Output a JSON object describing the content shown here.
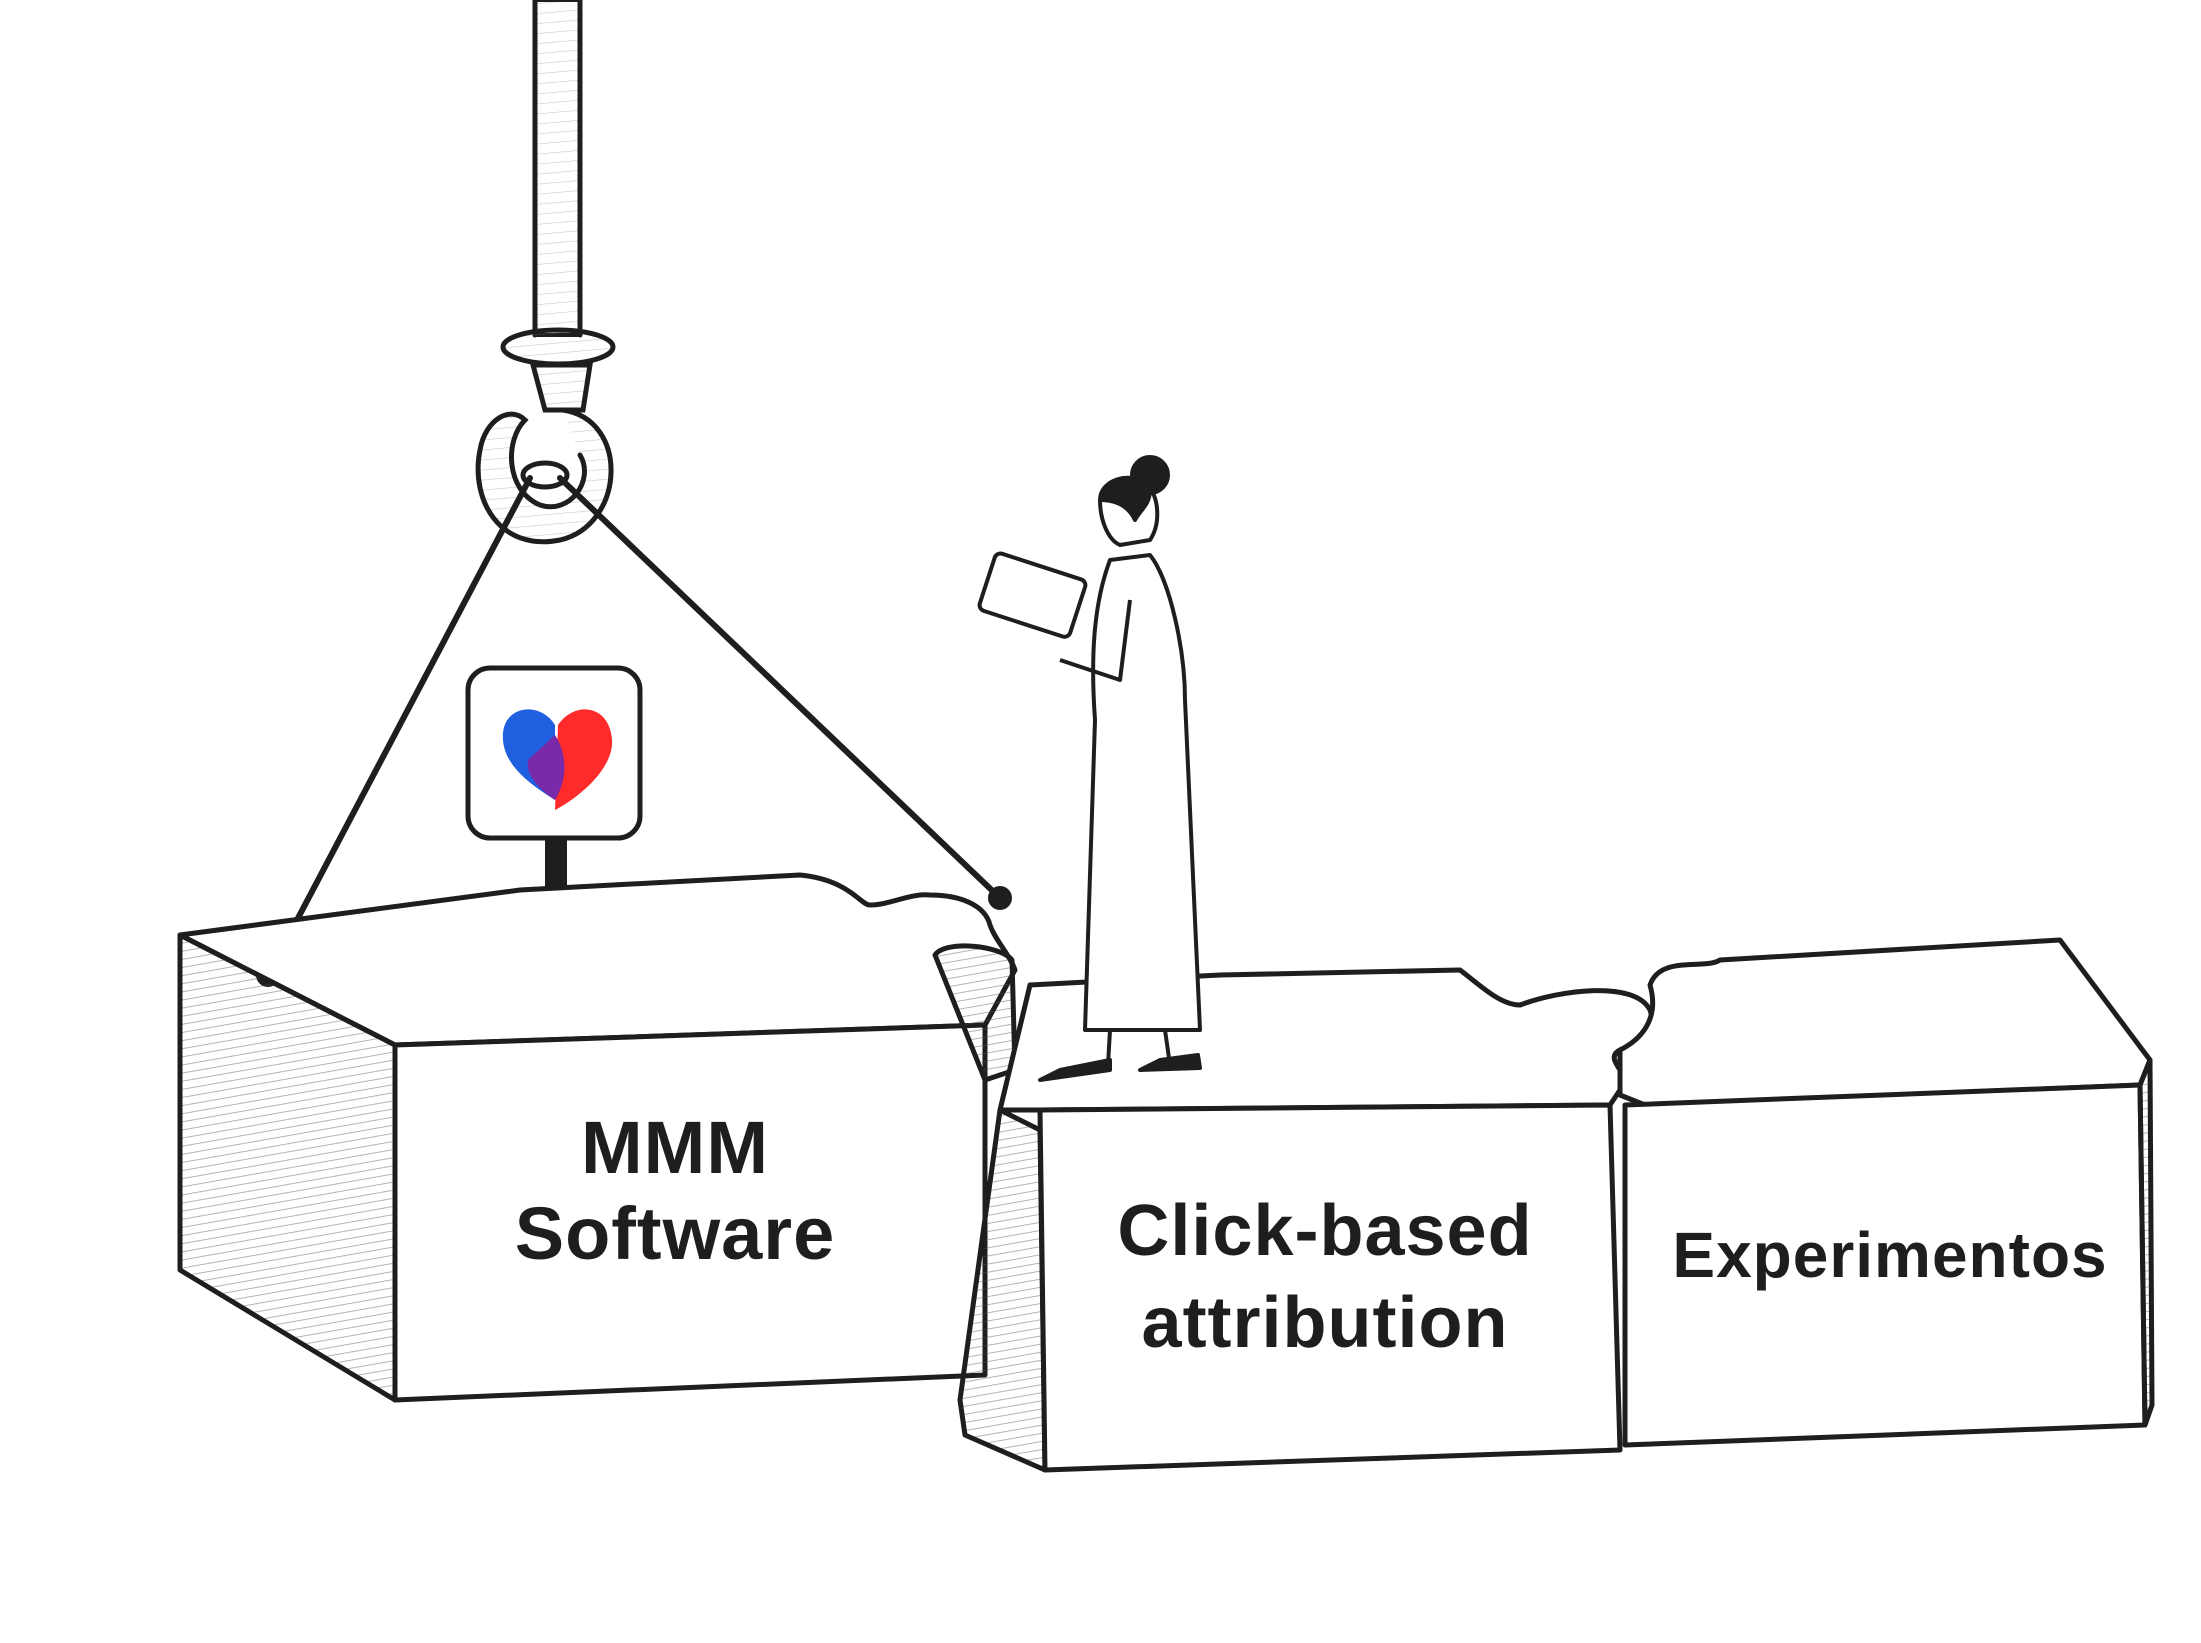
{
  "blocks": [
    {
      "line1": "MMM",
      "line2": "Software"
    },
    {
      "line1": "Click-based",
      "line2": "attribution"
    },
    {
      "line1": "Experimentos"
    }
  ],
  "logo": {
    "colors": {
      "blue": "#1f5fe0",
      "purple": "#7a2aa8",
      "red": "#ff2b2b"
    }
  },
  "ink_color": "#1e1e1e"
}
